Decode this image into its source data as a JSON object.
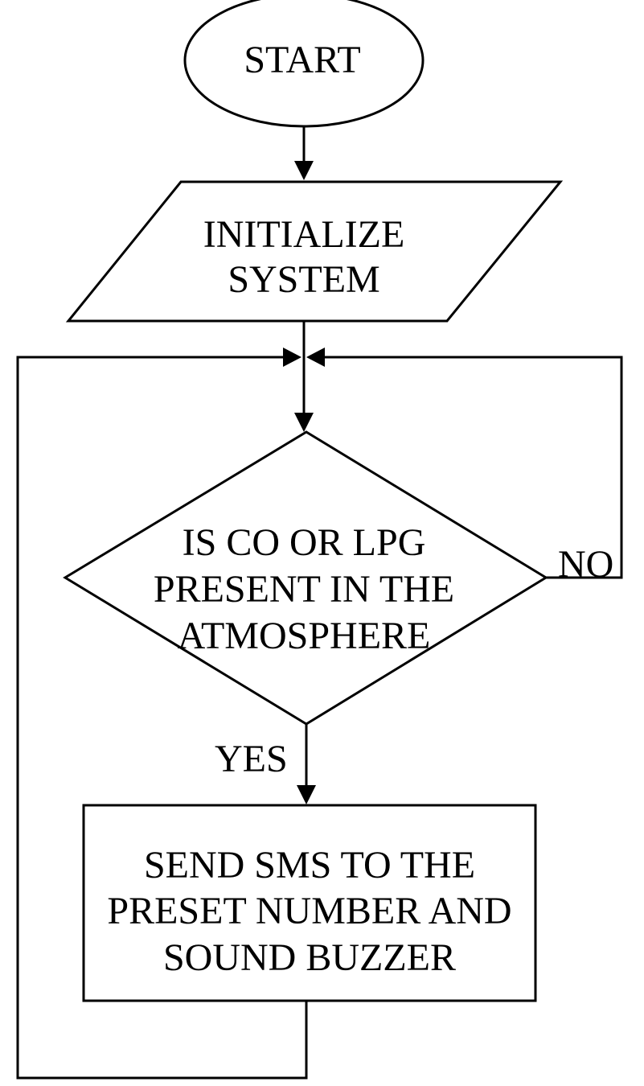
{
  "flowchart": {
    "start": {
      "label": "START"
    },
    "initialize": {
      "lines": [
        "INITIALIZE",
        "SYSTEM"
      ]
    },
    "decision": {
      "lines": [
        "IS CO OR LPG",
        "PRESENT IN THE",
        "ATMOSPHERE"
      ]
    },
    "action": {
      "lines": [
        "SEND SMS TO THE",
        "PRESET NUMBER AND",
        "SOUND BUZZER"
      ]
    },
    "labels": {
      "yes": "YES",
      "no": "NO"
    }
  }
}
